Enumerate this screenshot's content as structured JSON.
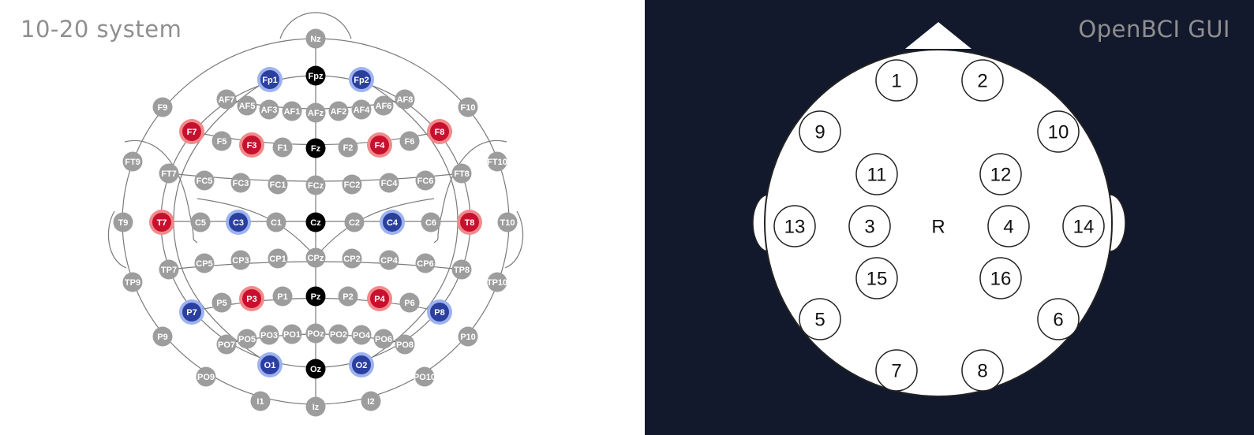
{
  "left": {
    "title": "10-20 system",
    "colors": {
      "gray": "#9d9d9d",
      "black": "#000000",
      "red": "#c8102e",
      "red_ring": "#f08a8a",
      "blue": "#2a3f9e",
      "blue_ring": "#9db2ef",
      "line": "#7a7a7a"
    },
    "electrodes": [
      {
        "label": "Nz",
        "color": "gray"
      },
      {
        "label": "Fp1",
        "color": "blue"
      },
      {
        "label": "Fpz",
        "color": "black"
      },
      {
        "label": "Fp2",
        "color": "blue"
      },
      {
        "label": "AF7",
        "color": "gray"
      },
      {
        "label": "AF5",
        "color": "gray"
      },
      {
        "label": "AF3",
        "color": "gray"
      },
      {
        "label": "AF1",
        "color": "gray"
      },
      {
        "label": "AFz",
        "color": "gray"
      },
      {
        "label": "AF2",
        "color": "gray"
      },
      {
        "label": "AF4",
        "color": "gray"
      },
      {
        "label": "AF6",
        "color": "gray"
      },
      {
        "label": "AF8",
        "color": "gray"
      },
      {
        "label": "F9",
        "color": "gray"
      },
      {
        "label": "F10",
        "color": "gray"
      },
      {
        "label": "F7",
        "color": "red"
      },
      {
        "label": "F5",
        "color": "gray"
      },
      {
        "label": "F3",
        "color": "red"
      },
      {
        "label": "F1",
        "color": "gray"
      },
      {
        "label": "Fz",
        "color": "black"
      },
      {
        "label": "F2",
        "color": "gray"
      },
      {
        "label": "F4",
        "color": "red"
      },
      {
        "label": "F6",
        "color": "gray"
      },
      {
        "label": "F8",
        "color": "red"
      },
      {
        "label": "FT9",
        "color": "gray"
      },
      {
        "label": "FT10",
        "color": "gray"
      },
      {
        "label": "FT7",
        "color": "gray"
      },
      {
        "label": "FT8",
        "color": "gray"
      },
      {
        "label": "FC5",
        "color": "gray"
      },
      {
        "label": "FC3",
        "color": "gray"
      },
      {
        "label": "FC1",
        "color": "gray"
      },
      {
        "label": "FCz",
        "color": "gray"
      },
      {
        "label": "FC2",
        "color": "gray"
      },
      {
        "label": "FC4",
        "color": "gray"
      },
      {
        "label": "FC6",
        "color": "gray"
      },
      {
        "label": "T9",
        "color": "gray"
      },
      {
        "label": "T7",
        "color": "red"
      },
      {
        "label": "C5",
        "color": "gray"
      },
      {
        "label": "C3",
        "color": "blue"
      },
      {
        "label": "C1",
        "color": "gray"
      },
      {
        "label": "Cz",
        "color": "black"
      },
      {
        "label": "C2",
        "color": "gray"
      },
      {
        "label": "C4",
        "color": "blue"
      },
      {
        "label": "C6",
        "color": "gray"
      },
      {
        "label": "T8",
        "color": "red"
      },
      {
        "label": "T10",
        "color": "gray"
      },
      {
        "label": "TP7",
        "color": "gray"
      },
      {
        "label": "CP5",
        "color": "gray"
      },
      {
        "label": "CP3",
        "color": "gray"
      },
      {
        "label": "CP1",
        "color": "gray"
      },
      {
        "label": "CPz",
        "color": "gray"
      },
      {
        "label": "CP2",
        "color": "gray"
      },
      {
        "label": "CP4",
        "color": "gray"
      },
      {
        "label": "CP6",
        "color": "gray"
      },
      {
        "label": "TP8",
        "color": "gray"
      },
      {
        "label": "TP9",
        "color": "gray"
      },
      {
        "label": "TP10",
        "color": "gray"
      },
      {
        "label": "P7",
        "color": "blue"
      },
      {
        "label": "P5",
        "color": "gray"
      },
      {
        "label": "P3",
        "color": "red"
      },
      {
        "label": "P1",
        "color": "gray"
      },
      {
        "label": "Pz",
        "color": "black"
      },
      {
        "label": "P2",
        "color": "gray"
      },
      {
        "label": "P4",
        "color": "red"
      },
      {
        "label": "P6",
        "color": "gray"
      },
      {
        "label": "P8",
        "color": "blue"
      },
      {
        "label": "P9",
        "color": "gray"
      },
      {
        "label": "P10",
        "color": "gray"
      },
      {
        "label": "PO7",
        "color": "gray"
      },
      {
        "label": "PO5",
        "color": "gray"
      },
      {
        "label": "PO3",
        "color": "gray"
      },
      {
        "label": "PO1",
        "color": "gray"
      },
      {
        "label": "POz",
        "color": "gray"
      },
      {
        "label": "PO2",
        "color": "gray"
      },
      {
        "label": "PO4",
        "color": "gray"
      },
      {
        "label": "PO6",
        "color": "gray"
      },
      {
        "label": "PO8",
        "color": "gray"
      },
      {
        "label": "O1",
        "color": "blue"
      },
      {
        "label": "Oz",
        "color": "black"
      },
      {
        "label": "O2",
        "color": "blue"
      },
      {
        "label": "PO9",
        "color": "gray"
      },
      {
        "label": "PO10",
        "color": "gray"
      },
      {
        "label": "I1",
        "color": "gray"
      },
      {
        "label": "Iz",
        "color": "gray"
      },
      {
        "label": "I2",
        "color": "gray"
      }
    ]
  },
  "right": {
    "title": "OpenBCI GUI",
    "colors": {
      "background": "#12192d",
      "head": "#ffffff",
      "outline": "#222222"
    },
    "electrodes": [
      {
        "label": "1"
      },
      {
        "label": "2"
      },
      {
        "label": "9"
      },
      {
        "label": "10"
      },
      {
        "label": "11"
      },
      {
        "label": "12"
      },
      {
        "label": "13"
      },
      {
        "label": "3"
      },
      {
        "label": "4"
      },
      {
        "label": "14"
      },
      {
        "label": "15"
      },
      {
        "label": "16"
      },
      {
        "label": "5"
      },
      {
        "label": "6"
      },
      {
        "label": "7"
      },
      {
        "label": "8"
      }
    ],
    "reference_label": "R"
  }
}
